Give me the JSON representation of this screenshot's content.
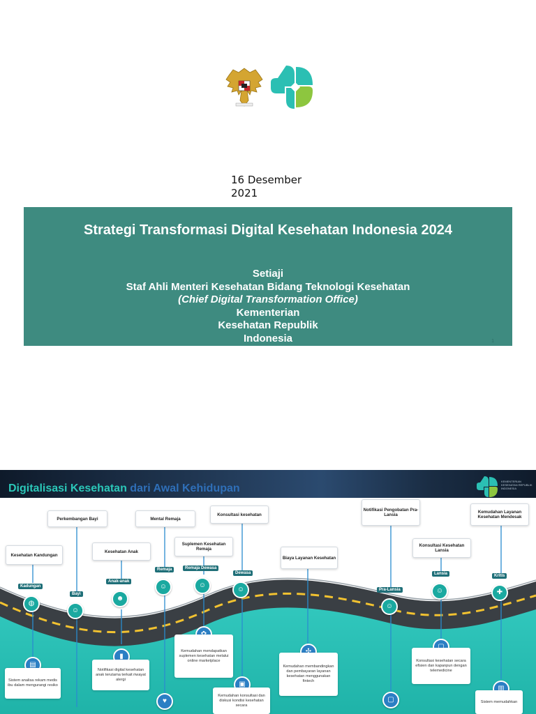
{
  "slide1": {
    "date_line1": "16 Desember",
    "date_line2": "2021",
    "title": "Strategi Transformasi Digital Kesehatan Indonesia 2024",
    "name": "Setiaji",
    "role": "Staf Ahli Menteri Kesehatan Bidang Teknologi Kesehatan",
    "office": "(Chief Digital Transformation Office)",
    "org_line1": "Kementerian",
    "org_line2": "Kesehatan  Republik",
    "org_line3": "Indonesia",
    "page_number": "1",
    "logos": [
      "garuda-pancasila-emblem",
      "kemenkes-logo"
    ],
    "colors": {
      "banner": "#3e8b80"
    }
  },
  "slide2": {
    "title_part1": "Digitalisasi Kesehatan",
    "title_part2": "dari Awal Kehidupan",
    "ministry_text": "KEMENTERIAN KESEHATAN REPUBLIK INDONESIA",
    "labels": {
      "kesehatan_kandungan": "Kesehatan Kandungan",
      "perkembangan_bayi": "Perkembangan Bayi",
      "kesehatan_anak": "Kesehatan Anak",
      "mental_remaja": "Mental Remaja",
      "suplemen_remaja": "Suplemen Kesehatan Remaja",
      "konsultasi_kesehatan": "Konsultasi kesehatan",
      "biaya_layanan": "Biaya Layanan Kesehatan",
      "notifikasi_pralansia": "Notifikasi Pengobatan Pra-Lansia",
      "konsultasi_lansia": "Konsultasi Kesehatan Lansia",
      "kemudahan_layanan": "Kemudahan Layanan Kesehatan Mendesak"
    },
    "stages": {
      "kadungan": "Kadungan",
      "bayi": "Bayi",
      "anak_anak": "Anak-anak",
      "remaja": "Remaja",
      "remaja_dewasa": "Remaja Dewasa",
      "dewasa": "Dewasa",
      "pra_lansia": "Pra-Lansia",
      "lansia": "Lansia",
      "kritis": "Kritis"
    },
    "descriptions": {
      "d1": "Sistem analisa rekam medis ibu dalam mengurangi resiko",
      "d2": "Notifikasi digital kesehatan anak terutama terkait riwayat alergi",
      "d3": "Kemudahan mendapatkan suplemen kesehatan melalui online marketplace",
      "d4": "Kemudahan konsultasi dan diskusi kondisi kesehatan secara",
      "d5": "Kemudahan membandingkan dan pembayaran layanan kesehatan menggunakan fintech",
      "d6": "Konsultasi kesehatan secara efisien dan kapanpun dengan telemedicine",
      "d7": "Sistem memudahkan"
    },
    "colors": {
      "teal": "#2bc7b8",
      "road": "#3a3f44",
      "tag": "#1f6f78"
    }
  }
}
